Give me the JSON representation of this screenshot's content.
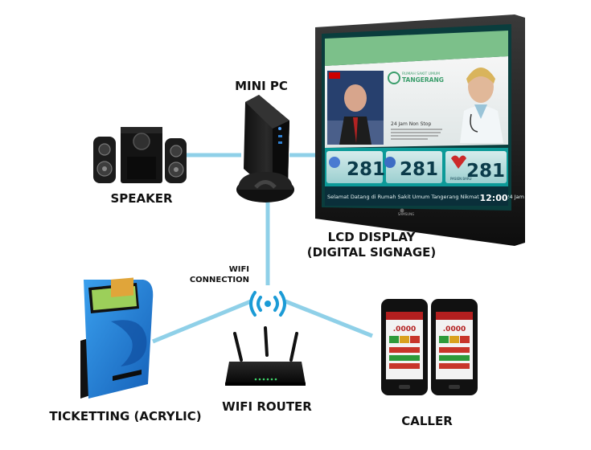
{
  "labels": {
    "mini_pc": "MINI PC",
    "speaker": "SPEAKER",
    "lcd_display_line1": "LCD DISPLAY",
    "lcd_display_line2": "(DIGITAL SIGNAGE)",
    "wifi_connection_line1": "WIFI",
    "wifi_connection_line2": "CONNECTION",
    "wifi_router": "WIFI ROUTER",
    "ticketting": "TICKETTING (ACRYLIC)",
    "caller": "CALLER"
  },
  "screen": {
    "hospital_name_small": "RUMAH SAKIT UMUM",
    "hospital_name": "TANGERANG",
    "info_title": "24 Jam Non Stop",
    "queue_numbers": [
      "281",
      "281",
      "281"
    ],
    "counter_labels": [
      "",
      "",
      "PASIEN BARU"
    ],
    "ticker_text": "Selamat Datang di Rumah Sakit Umum Tangerang Nikmati Layanan 24 Jam",
    "clock": "12:00",
    "brand": "SAMSUNG"
  },
  "caller_app": {
    "display_value": ".0000"
  },
  "colors": {
    "connection_line": "#8fd0e8",
    "wifi_signal": "#1b9bd6",
    "kiosk_blue": "#1f7fd2",
    "screen_teal": "#0c9a98"
  }
}
